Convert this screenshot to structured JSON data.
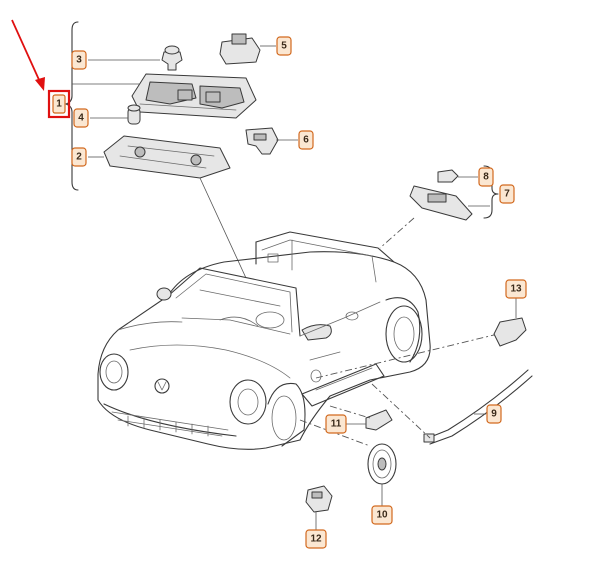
{
  "callouts": [
    {
      "id": "c1",
      "label": "1"
    },
    {
      "id": "c2",
      "label": "2"
    },
    {
      "id": "c3",
      "label": "3"
    },
    {
      "id": "c4",
      "label": "4"
    },
    {
      "id": "c5",
      "label": "5"
    },
    {
      "id": "c6",
      "label": "6"
    },
    {
      "id": "c7",
      "label": "7"
    },
    {
      "id": "c8",
      "label": "8"
    },
    {
      "id": "c9",
      "label": "9"
    },
    {
      "id": "c10",
      "label": "10"
    },
    {
      "id": "c11",
      "label": "11"
    },
    {
      "id": "c12",
      "label": "12"
    },
    {
      "id": "c13",
      "label": "13"
    }
  ],
  "colors": {
    "callout_border": "#d2691e",
    "callout_fill": "#fbe7d2",
    "highlight": "#e01010",
    "line": "#3a3a3a"
  }
}
